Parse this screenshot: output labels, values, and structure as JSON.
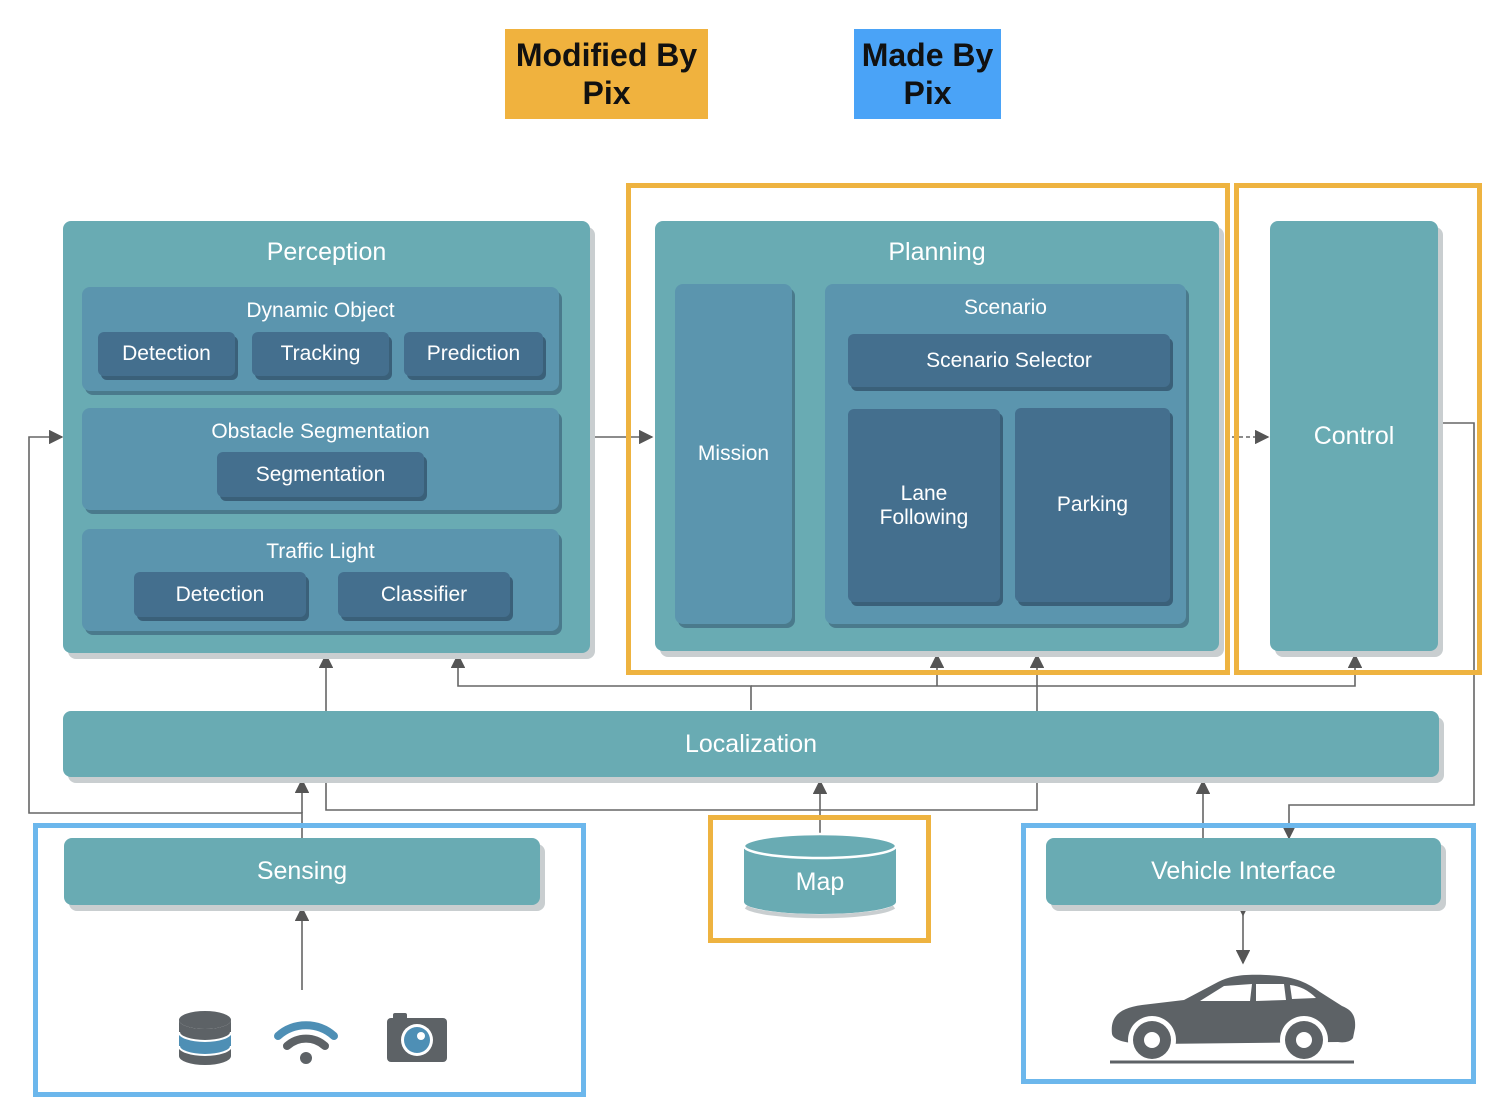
{
  "legend": {
    "modified": {
      "label": "Modified By\nPix",
      "color": "#f0b23e"
    },
    "made": {
      "label": "Made By\nPix",
      "color": "#4aa3f7"
    }
  },
  "perception": {
    "title": "Perception",
    "dynamic_object": {
      "title": "Dynamic Object",
      "items": [
        "Detection",
        "Tracking",
        "Prediction"
      ]
    },
    "obstacle_segmentation": {
      "title": "Obstacle Segmentation",
      "items": [
        "Segmentation"
      ]
    },
    "traffic_light": {
      "title": "Traffic Light",
      "items": [
        "Detection",
        "Classifier"
      ]
    }
  },
  "planning": {
    "title": "Planning",
    "mission": "Mission",
    "scenario": {
      "title": "Scenario",
      "selector": "Scenario Selector",
      "lane_following": "Lane\nFollowing",
      "parking": "Parking"
    }
  },
  "control": "Control",
  "localization": "Localization",
  "sensing": "Sensing",
  "map": "Map",
  "vehicle_interface": "Vehicle Interface",
  "icons": {
    "sensing": [
      "database-icon",
      "wifi-icon",
      "camera-icon"
    ],
    "vehicle": "car-icon"
  },
  "colors": {
    "module": "#69abb3",
    "submodule": "#5b95ae",
    "component": "#446f8e",
    "modified_frame": "#eeb340",
    "made_frame": "#6cb7ec"
  }
}
